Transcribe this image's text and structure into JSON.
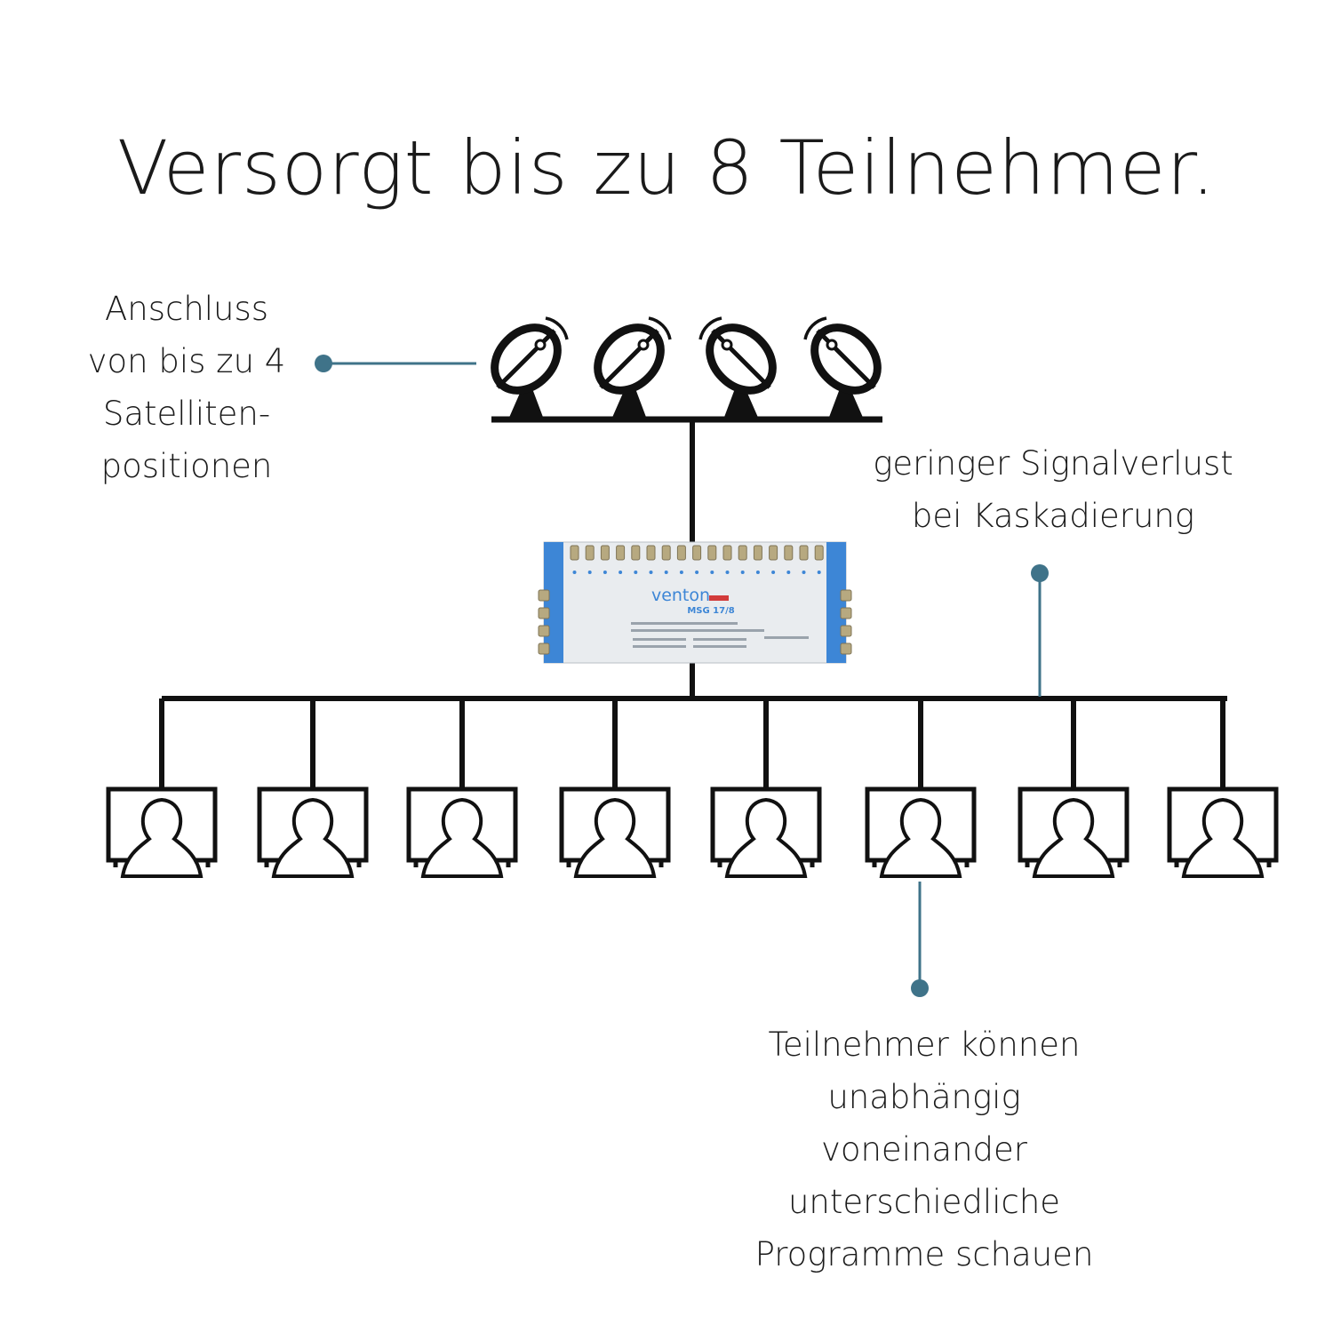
{
  "title": "Versorgt bis zu 8 Teilnehmer.",
  "notes": {
    "satellites": [
      "Anschluss",
      "von bis zu 4",
      "Satelliten-",
      "positionen"
    ],
    "cascade": [
      "geringer Signalverlust",
      "bei Kaskadierung"
    ],
    "viewers": [
      "Teilnehmer können",
      "unabhängig",
      "voneinander",
      "unterschiedliche",
      "Programme schauen"
    ]
  },
  "device": {
    "brand": "venton",
    "model": "MSG 17/8"
  },
  "satellite_count": 4,
  "subscriber_count": 8,
  "colors": {
    "line": "#111111",
    "accent": "#3f7389",
    "device_blue": "#3d86d6",
    "device_body": "#e9ecef"
  },
  "icons": [
    "satellite-dish-icon",
    "tv-user-icon"
  ]
}
